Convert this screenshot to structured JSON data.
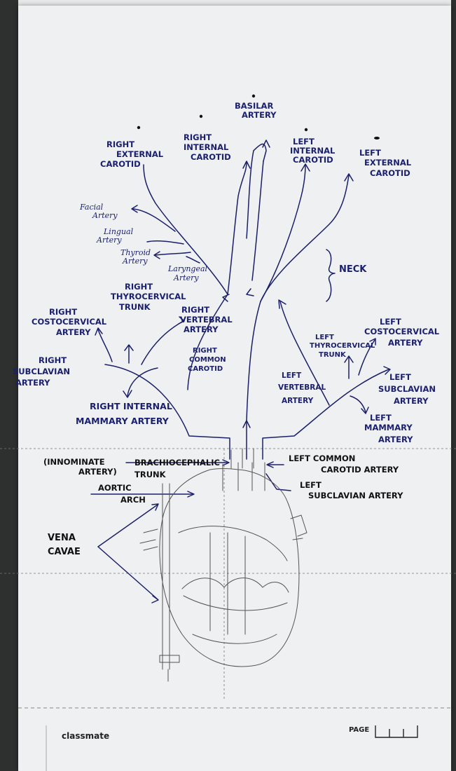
{
  "labels": {
    "basilar": [
      "BASILAR",
      "ARTERY"
    ],
    "right_external_carotid": [
      "RIGHT",
      "EXTERNAL",
      "CAROTID"
    ],
    "right_internal_carotid": [
      "RIGHT",
      "INTERNAL",
      "CAROTID"
    ],
    "left_internal_carotid": [
      "LEFT",
      "INTERNAL",
      "CAROTID"
    ],
    "left_external_carotid": [
      "LEFT",
      "EXTERNAL",
      "CAROTID"
    ],
    "facial": [
      "Facial",
      "Artery"
    ],
    "lingual": [
      "Lingual",
      "Artery"
    ],
    "thyroid": [
      "Thyroid",
      "Artery"
    ],
    "laryngeal": [
      "Laryngeal",
      "Artery"
    ],
    "neck": "NECK",
    "right_thyrocervical": [
      "RIGHT",
      "THYROCERVICAL",
      "TRUNK"
    ],
    "right_vertebral": [
      "RIGHT",
      "VERTEBRAL",
      "ARTERY"
    ],
    "right_costocervical": [
      "RIGHT",
      "COSTOCERVICAL",
      "ARTERY"
    ],
    "right_subclavian": [
      "RIGHT",
      "SUBCLAVIAN",
      "ARTERY"
    ],
    "right_common_carotid": [
      "RIGHT",
      "COMMON",
      "CAROTID"
    ],
    "right_internal_mammary": [
      "RIGHT INTERNAL",
      "MAMMARY ARTERY"
    ],
    "left_thyrocervical": [
      "LEFT",
      "THYROCERVICAL",
      "TRUNK"
    ],
    "left_costocervical": [
      "LEFT",
      "COSTOCERVICAL",
      "ARTERY"
    ],
    "left_vertebral": [
      "LEFT",
      "VERTEBRAL",
      "ARTERY"
    ],
    "left_subclavian": [
      "LEFT",
      "SUBCLAVIAN",
      "ARTERY"
    ],
    "left_mammary": [
      "LEFT",
      "MAMMARY",
      "ARTERY"
    ],
    "innominate": [
      "(INNOMINATE",
      "ARTERY)"
    ],
    "brachiocephalic": [
      "BRACHIOCEPHALIC",
      "TRUNK"
    ],
    "left_common_carotid_artery": [
      "LEFT COMMON",
      "CAROTID ARTERY"
    ],
    "left_subclavian_artery": [
      "LEFT",
      "SUBCLAVIAN ARTERY"
    ],
    "aortic_arch": [
      "AORTIC",
      "ARCH"
    ],
    "vena_cavae": [
      "VENA",
      "CAVAE"
    ]
  },
  "footer": {
    "brand": "classmate",
    "page_label": "PAGE"
  },
  "colors": {
    "ink": "#1b1f6a",
    "paper": "#eef0f1",
    "pencil": "#555555"
  }
}
